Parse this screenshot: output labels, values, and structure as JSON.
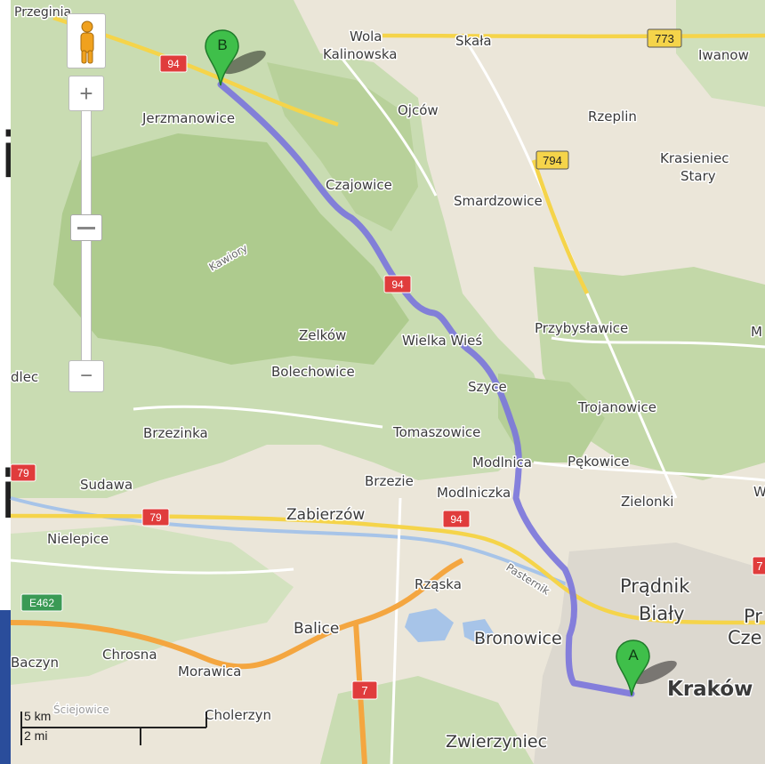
{
  "slide_fragments": {
    "text_1": "in",
    "text_2": "ion"
  },
  "map": {
    "road_shields": [
      {
        "label": "773",
        "color": "#f5d44a"
      },
      {
        "label": "94",
        "color": "#e03c3c"
      },
      {
        "label": "794",
        "color": "#f5d44a"
      },
      {
        "label": "94",
        "color": "#e03c3c"
      },
      {
        "label": "79",
        "color": "#e03c3c"
      },
      {
        "label": "79",
        "color": "#e03c3c"
      },
      {
        "label": "94",
        "color": "#e03c3c"
      },
      {
        "label": "E462",
        "color": "#3a9a55"
      },
      {
        "label": "7",
        "color": "#e03c3c"
      },
      {
        "label": "7",
        "color": "#e03c3c"
      }
    ],
    "place_labels": [
      "Przeginia",
      "Wola",
      "Kalinowska",
      "Skała",
      "Iwanow",
      "Jerzmanowice",
      "Ojców",
      "Rzeplin",
      "Krasieniec",
      "Stary",
      "Czajowice",
      "Smardzowice",
      "Kawiory",
      "Zelków",
      "Wielka Wieś",
      "Przybysławice",
      "M",
      "Bolechowice",
      "Szyce",
      "Trojanowice",
      "dlec",
      "Brzezinka",
      "Tomaszowice",
      "Modlnica",
      "Pękowice",
      "Brzezie",
      "Modlniczka",
      "Zielonki",
      "W",
      "Sudawa",
      "Zabierzów",
      "Nielepice",
      "Pasternik",
      "Rząska",
      "Prądnik",
      "Biały",
      "Pr",
      "Cze",
      "Balice",
      "Bronowice",
      "Chrosna",
      "Baczyn",
      "Morawica",
      "Kraków",
      "Cholerzyn",
      "Zwierzyniec",
      "Ściejowice"
    ],
    "markers": {
      "start_letter": "A",
      "end_letter": "B",
      "color": "#3fbf4a"
    },
    "route_color": "#7a74dc",
    "scale": {
      "km_label": "5 km",
      "mi_label": "2 mi"
    },
    "zoom": {
      "plus": "+",
      "minus": "−"
    }
  }
}
